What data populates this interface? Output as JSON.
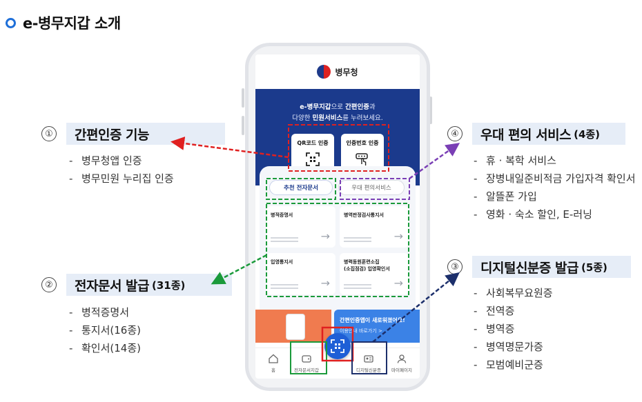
{
  "page_title": "e-병무지갑 소개",
  "features": [
    {
      "number": "①",
      "label": "간편인증 기능",
      "count": "",
      "bullets": [
        "병무청앱 인증",
        "병무민원 누리집 인증"
      ]
    },
    {
      "number": "②",
      "label": "전자문서 발급",
      "count": "(31종)",
      "bullets": [
        "병적증명서",
        "통지서(16종)",
        "확인서(14종)"
      ]
    },
    {
      "number": "③",
      "label": "디지털신분증 발급",
      "count": "(5종)",
      "bullets": [
        "사회복무요원증",
        "전역증",
        "병역증",
        "병역명문가증",
        "모범예비군증"
      ]
    },
    {
      "number": "④",
      "label": "우대 편의 서비스",
      "count": "(4종)",
      "bullets": [
        "휴 · 복학 서비스",
        "장병내일준비적금 가입자격 확인서",
        "알뜰폰 가입",
        "영화 · 숙소 할인, E-러닝"
      ]
    }
  ],
  "phone": {
    "brand": "병무청",
    "hero_line1_a": "e-병무지갑",
    "hero_line1_b": "으로 ",
    "hero_line1_c": "간편인증",
    "hero_line1_d": "과",
    "hero_line2_a": "다양한 ",
    "hero_line2_b": "민원서비스",
    "hero_line2_c": "를 누려보세요.",
    "qr_label": "QR코드 인증",
    "pin_label": "인증번호 인증",
    "chip_active": "추천 전자문서",
    "chip_inactive": "우대 편의서비스",
    "docs": [
      "병적증명서",
      "병역판정검사통지서",
      "입영통지서",
      "병력동원훈련소집\n(소집점검) 입영확인서"
    ],
    "banner_title": "간편인증앱이 새로워졌어요!",
    "banner_sub": "이용안내 바로가기  >",
    "tabs": [
      "홈",
      "전자문서지갑",
      "디지털신분증",
      "마이페이지"
    ]
  },
  "colors": {
    "accent": "#1e6fd9",
    "hero_bg": "#1b3a8c",
    "annot_red": "#e02020",
    "annot_purple": "#7a3fb5",
    "annot_green": "#1a9a3a",
    "annot_navy": "#1c2f6b",
    "feature_bg": "#e6edf7"
  }
}
